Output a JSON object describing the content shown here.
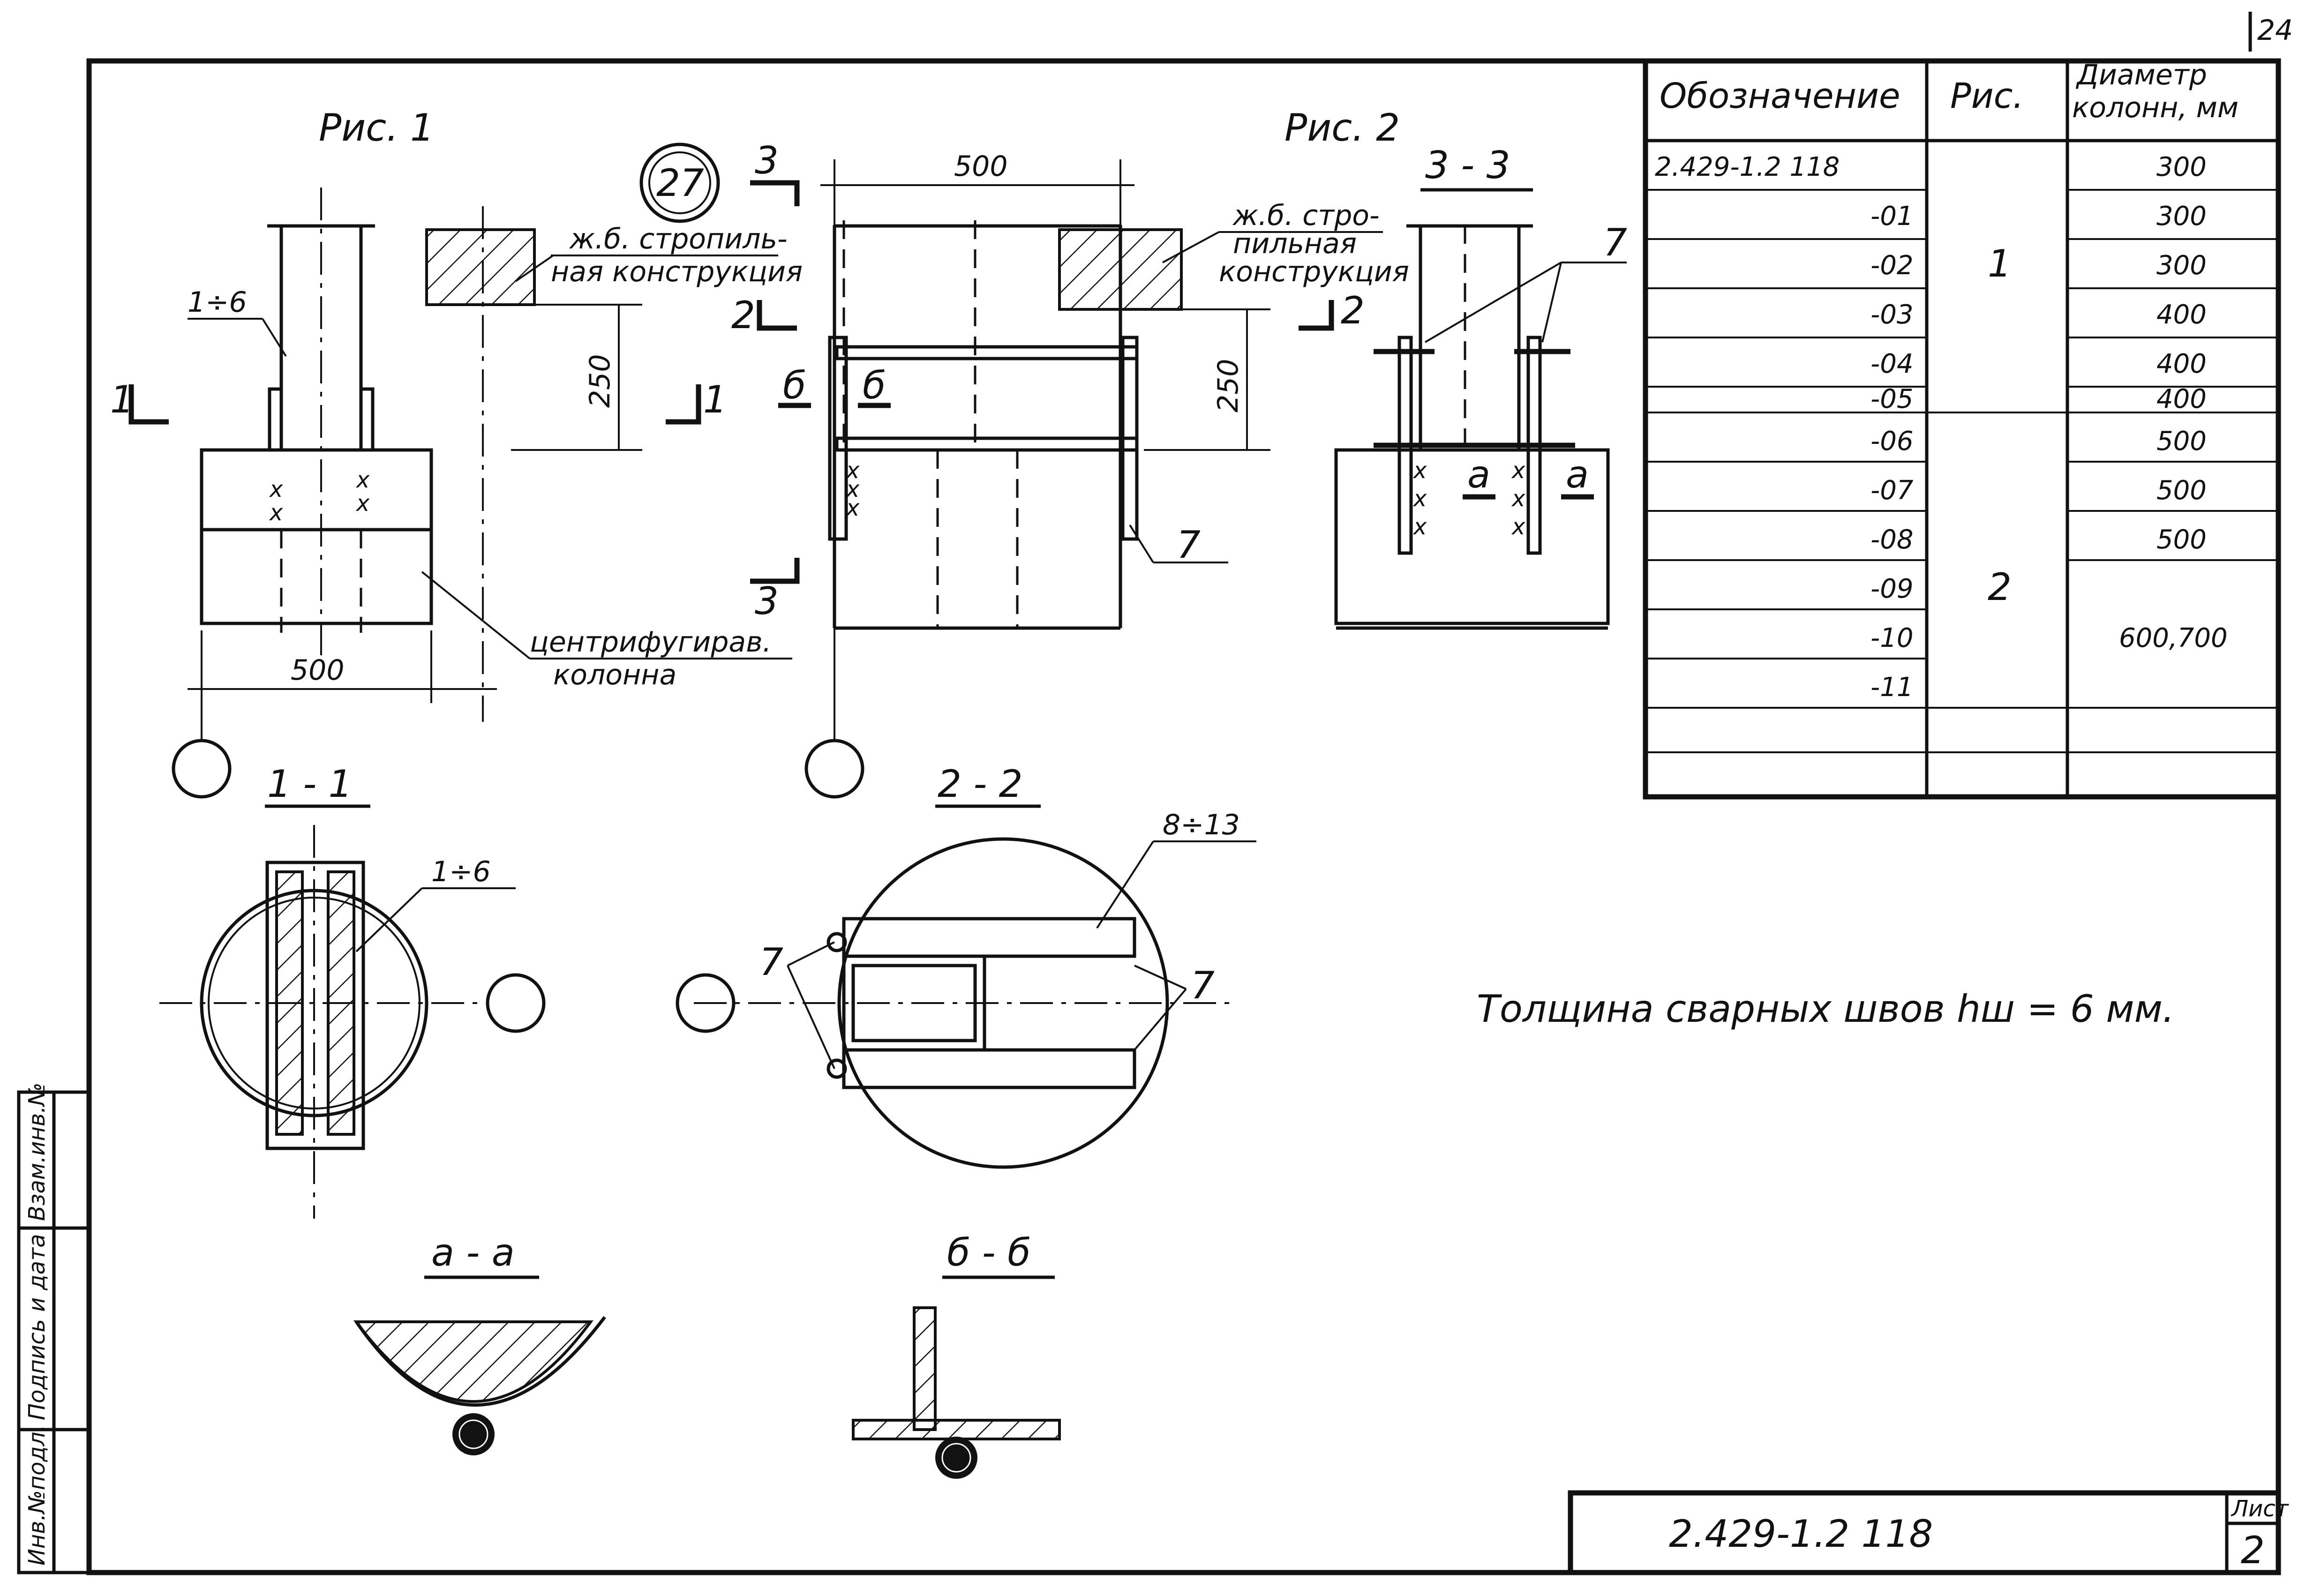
{
  "page_number": "24",
  "fig1": {
    "title": "Рис. 1",
    "callout": "27",
    "rafter_label_1": "ж.б. стропиль-",
    "rafter_label_2": "ная конструкция",
    "plate_range": "1÷6",
    "dim_500": "500",
    "dim_250": "250",
    "section_mark": "1",
    "column_label_1": "центрифугирав.",
    "column_label_2": "колонна"
  },
  "fig2": {
    "title": "Рис. 2",
    "dim_500": "500",
    "dim_250": "250",
    "rafter_label_1": "ж.б. стро-",
    "rafter_label_2": "пильная",
    "rafter_label_3": "конструкция",
    "section_mark_2": "2",
    "section_mark_3": "3",
    "detail_mark_b": "б",
    "part_7": "7"
  },
  "view33": {
    "title": "3 - 3",
    "part_7": "7",
    "detail_mark_a": "а"
  },
  "section11": {
    "title": "1 - 1",
    "plate_range": "1÷6"
  },
  "section22": {
    "title": "2 - 2",
    "plate_range": "8÷13",
    "part_7": "7"
  },
  "sectionAA": {
    "title": "а - а"
  },
  "sectionBB": {
    "title": "б - б"
  },
  "table": {
    "headers": [
      "Обозначение",
      "Рис.",
      "Диаметр колонн, мм"
    ],
    "header_diam_1": "Диаметр",
    "header_diam_2": "колонн, мм",
    "rows": [
      {
        "code": "2.429-1.2 118",
        "diam": "300"
      },
      {
        "code": "-01",
        "diam": "300"
      },
      {
        "code": "-02",
        "diam": "300"
      },
      {
        "code": "-03",
        "diam": "400"
      },
      {
        "code": "-04",
        "diam": "400"
      },
      {
        "code": "-05",
        "diam": "400"
      },
      {
        "code": "-06",
        "diam": "500"
      },
      {
        "code": "-07",
        "diam": "500"
      },
      {
        "code": "-08",
        "diam": "500"
      },
      {
        "code": "-09",
        "diam": ""
      },
      {
        "code": "-10",
        "diam": "600,700"
      },
      {
        "code": "-11",
        "diam": ""
      }
    ],
    "fig_group_1": "1",
    "fig_group_2": "2"
  },
  "note": "Толщина сварных швов hш = 6 мм.",
  "stamp": {
    "code": "2.429-1.2 118",
    "sheet_label": "Лист",
    "sheet_number": "2"
  },
  "margin_labels": [
    "Инв.№подл.",
    "Подпись и дата",
    "Взам.инв.№"
  ]
}
